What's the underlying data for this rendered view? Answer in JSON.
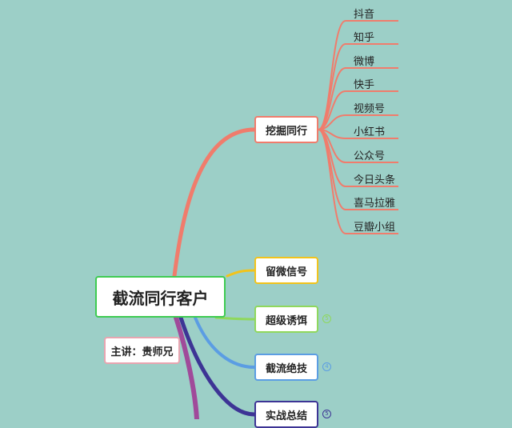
{
  "root": {
    "label": "截流同行客户"
  },
  "speaker": {
    "label": "主讲：贵师兄"
  },
  "branches": [
    {
      "label": "挖掘同行"
    },
    {
      "label": "留微信号"
    },
    {
      "label": "超级诱饵",
      "badge": "5"
    },
    {
      "label": "截流绝技",
      "badge": "4"
    },
    {
      "label": "实战总结",
      "badge": "5"
    }
  ],
  "platforms": [
    "抖音",
    "知乎",
    "微博",
    "快手",
    "视频号",
    "小红书",
    "公众号",
    "今日头条",
    "喜马拉雅",
    "豆瓣小组"
  ],
  "colors": {
    "background": "#9ccfc7",
    "b1": "#f07c6c",
    "b2": "#f2c31b",
    "b3": "#8fd85c",
    "b4": "#5b9de3",
    "b5": "#3d3495",
    "b6": "#a04a9a",
    "root_border": "#3fcb52",
    "speaker_border": "#e8a5b0"
  }
}
